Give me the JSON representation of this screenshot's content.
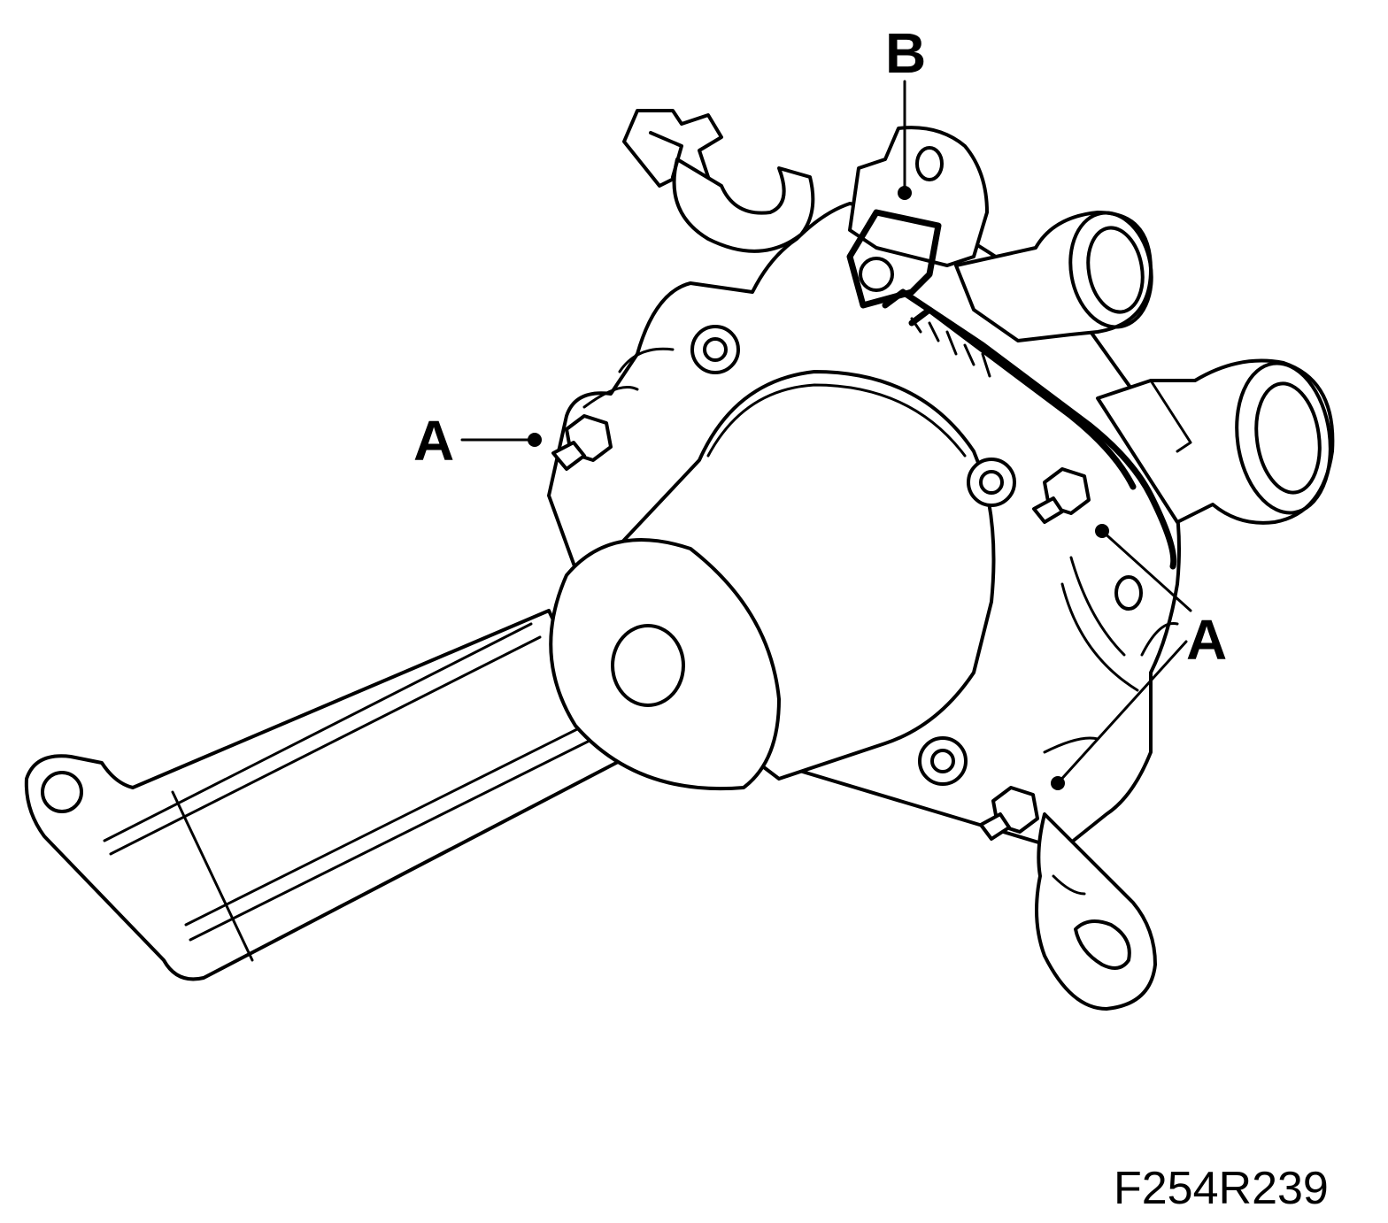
{
  "callouts": {
    "a_left": "A",
    "a_right": "A",
    "b_top": "B"
  },
  "figure_id": "F254R239",
  "colors": {
    "line": "#000000",
    "background": "#ffffff"
  }
}
